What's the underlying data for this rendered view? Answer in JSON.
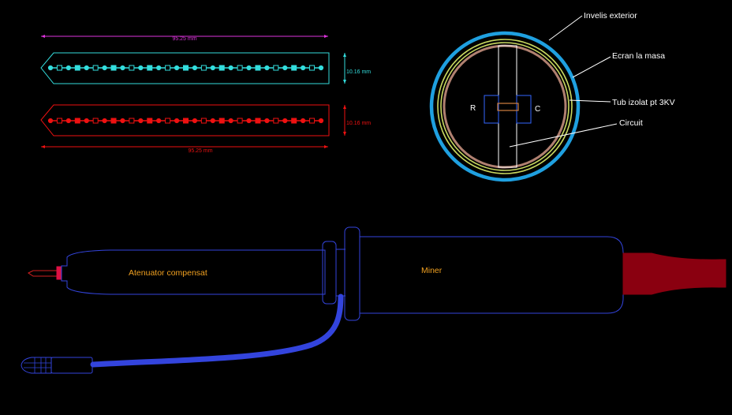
{
  "pcb_top": {
    "dimension_width": "95.25 mm",
    "dimension_height": "10.16 mm",
    "color": "#33dddd"
  },
  "pcb_bottom": {
    "dimension_width": "95.25 mm",
    "dimension_height": "10.16 mm",
    "color": "#ee1111"
  },
  "cross_section": {
    "labels": {
      "outer_jacket": "Invelis exterior",
      "shield": "Ecran la masa",
      "insulation_tube": "Tub izolat pt 3KV",
      "circuit": "Circuit",
      "resistor": "R",
      "capacitor": "C"
    },
    "colors": {
      "outer": "#1fa0e0",
      "shield": "#b08070",
      "tube": "#c8d860",
      "board": "#ffffff"
    }
  },
  "probe": {
    "labels": {
      "attenuator": "Atenuator compensat",
      "handle": "Miner"
    },
    "colors": {
      "outline": "#3344dd",
      "cable": "#3344dd",
      "strain_relief": "#8a0010",
      "text": "#f0a020"
    }
  }
}
